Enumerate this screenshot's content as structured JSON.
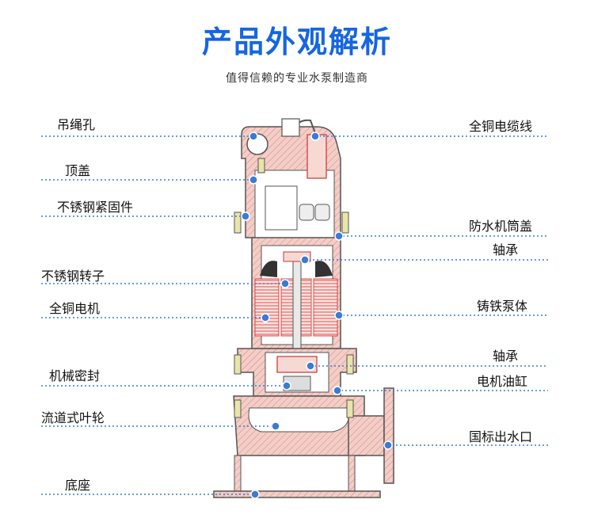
{
  "header": {
    "title": "产品外观解析",
    "subtitle": "值得信赖的专业水泵制造商"
  },
  "labels": {
    "left": [
      "吊绳孔",
      "顶盖",
      "不锈钢紧固件",
      "不锈钢转子",
      "全铜电机",
      "机械密封",
      "流道式叶轮",
      "底座"
    ],
    "right": [
      "全铜电缆线",
      "防水机筒盖",
      "轴承",
      "铸铁泵体",
      "轴承",
      "电机油缸",
      "国标出水口"
    ]
  },
  "colors": {
    "accent": "#1566e0",
    "leader": "#3a7bd5",
    "casing": "#f2c6c0",
    "outline": "#555555",
    "coil": "#e05050"
  }
}
